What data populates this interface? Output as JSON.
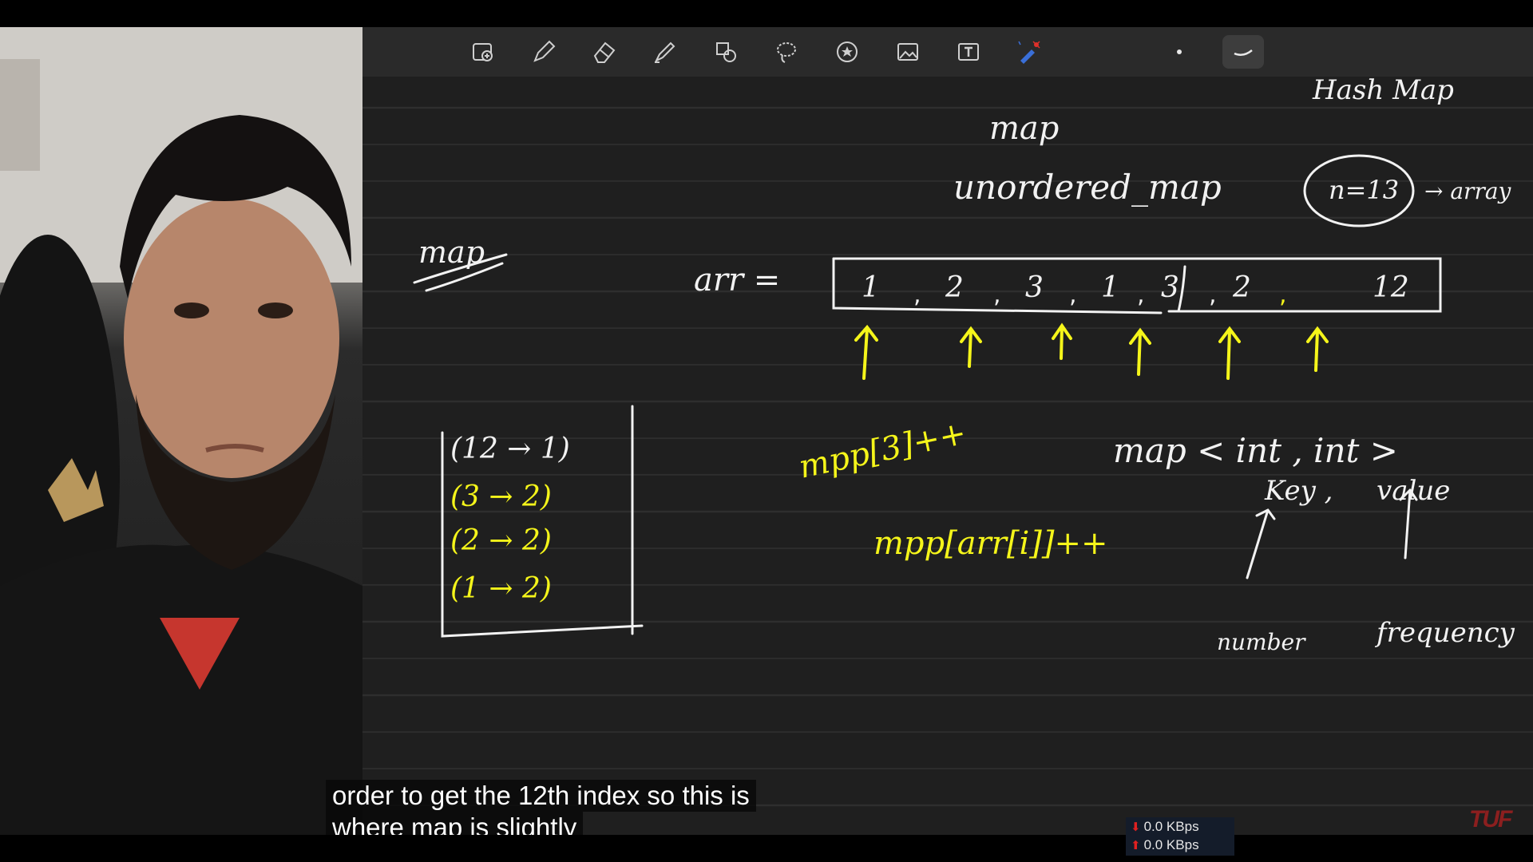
{
  "subtitle": {
    "line1": "order to get the 12th index so this is",
    "line2": "where map is slightly"
  },
  "net_speed": {
    "download": "0.0 KBps",
    "upload": "0.0 KBps"
  },
  "watermark": "TUF",
  "toolbar": {
    "tools": [
      "add-page",
      "pen",
      "eraser",
      "highlighter",
      "shapes",
      "lasso",
      "sticker",
      "image",
      "text",
      "laser-pointer",
      "dot-size",
      "stroke-style"
    ]
  },
  "notes": {
    "hashmap_label": "Hash Map",
    "map": "map",
    "unordered_map": "unordered_map",
    "map_left": "map",
    "n_label": "n=13",
    "array_label": "→ array",
    "arr_eq": "arr =",
    "arr_values": [
      "1",
      "2",
      "3",
      "1",
      "3",
      "2",
      "12"
    ],
    "mpp3": "mpp[3]++",
    "mpp_arr": "mpp[arr[i]]++",
    "map_decl": "map < int , int >",
    "key_label": "Key ,",
    "value_label": "value",
    "number_label": "number",
    "frequency_label": "frequency",
    "box_entries": [
      "(12 → 1)",
      "(3 → 2)",
      "(2 → 2)",
      "(1 → 2)"
    ]
  },
  "colors": {
    "ink_white": "#f2f2f2",
    "ink_yellow": "#f5f51a",
    "canvas": "#1f1f1f",
    "toolbar": "#2a2a2a"
  }
}
